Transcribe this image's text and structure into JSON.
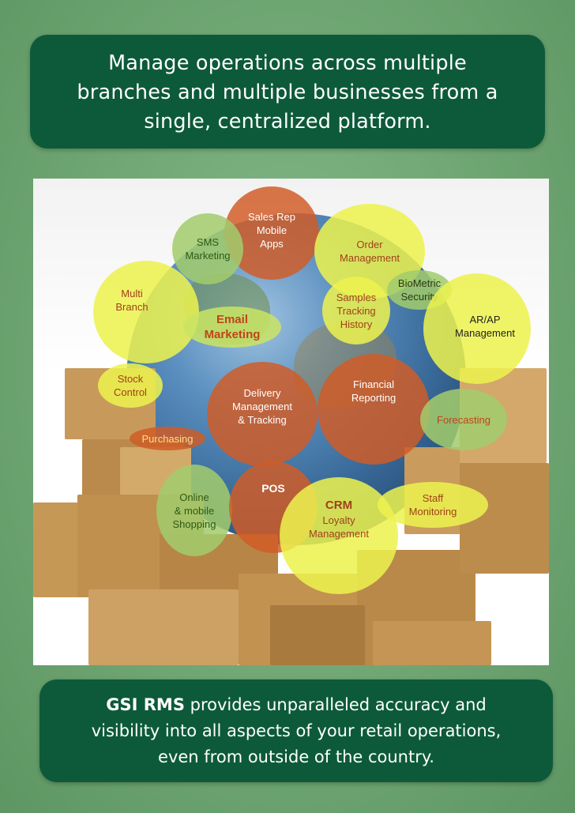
{
  "top_banner": {
    "line1": "Manage operations across multiple",
    "line2": "branches and multiple businesses from a",
    "line3": "single, centralized platform."
  },
  "bottom_banner": {
    "brand": "GSI RMS",
    "line1_rest": " provides unparalleled accuracy and",
    "line2": "visibility into all aspects of your retail operations,",
    "line3": "even from outside of the country."
  },
  "features": {
    "sales_rep": [
      "Sales Rep",
      "Mobile",
      "Apps"
    ],
    "sms": [
      "SMS",
      "Marketing"
    ],
    "order": [
      "Order",
      "Management"
    ],
    "biometric": [
      "BioMetric",
      "Security"
    ],
    "samples": [
      "Samples",
      "Tracking",
      "History"
    ],
    "multi_branch": [
      "Multi",
      "Branch"
    ],
    "email": [
      "Email",
      "Marketing"
    ],
    "arap": [
      "AR/AP",
      "Management"
    ],
    "stock": [
      "Stock",
      "Control"
    ],
    "delivery": [
      "Delivery",
      "Management",
      "& Tracking"
    ],
    "financial": [
      "Financial",
      "Reporting"
    ],
    "forecasting": "Forecasting",
    "purchasing": "Purchasing",
    "online": [
      "Online",
      "& mobile",
      "Shopping"
    ],
    "pos": "POS",
    "crm": [
      "CRM",
      "Loyalty",
      "Management"
    ],
    "staff": [
      "Staff",
      "Monitoring"
    ]
  },
  "colors": {
    "banner": "#0d5a3a",
    "page_background": "#6fa673",
    "orange_bubble": "#d05c26",
    "yellow_bubble": "#ecf24e",
    "green_bubble": "#a2cc6c"
  }
}
